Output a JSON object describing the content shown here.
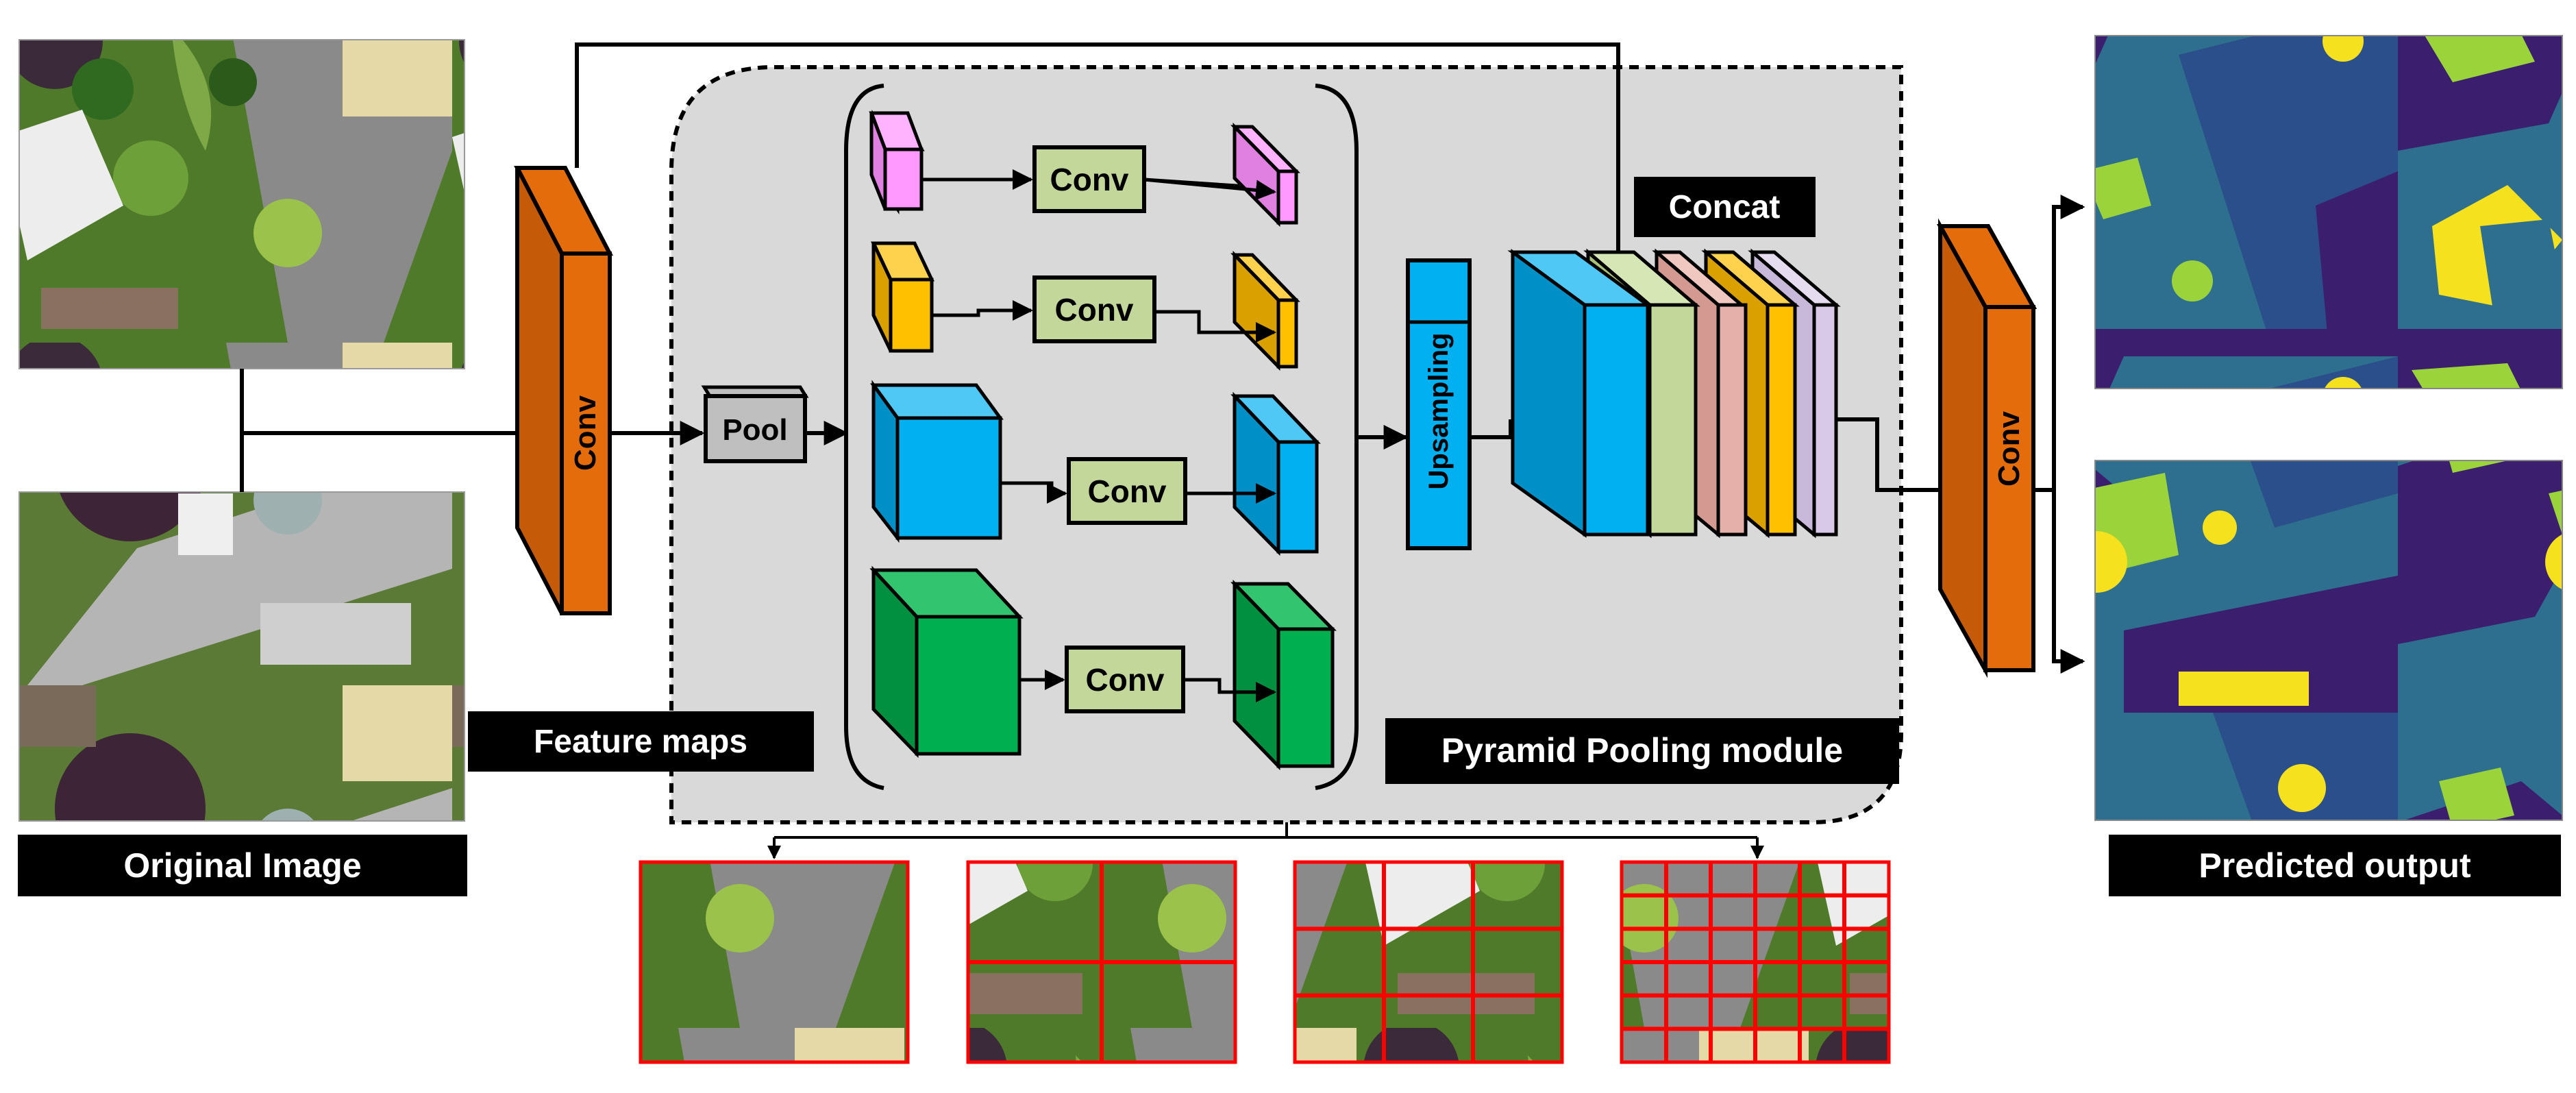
{
  "labels": {
    "original_image": "Original Image",
    "feature_maps": "Feature maps",
    "pyramid_module": "Pyramid Pooling module",
    "predicted_output": "Predicted output",
    "concat": "Concat",
    "conv": "Conv",
    "pool": "Pool",
    "upsampling": "Upsampling"
  },
  "colors": {
    "conv_orange": "#E46C0A",
    "pink": "#FF99FF",
    "yellow": "#FFC000",
    "blue": "#00B0F0",
    "green": "#00B050",
    "conv_box": "#C4D79B",
    "lavender": "#D9C9E8",
    "salmon": "#E6B0AA",
    "module_bg": "#D9D9D9",
    "grid_red": "#FF0000",
    "label_bg": "#000000",
    "predict_purple": "#3B1E6E",
    "predict_teal": "#2E6E8E",
    "predict_lime": "#9BD33A",
    "predict_yellow": "#F6E11E"
  },
  "pyramid_grids": [
    1,
    2,
    3,
    6
  ]
}
